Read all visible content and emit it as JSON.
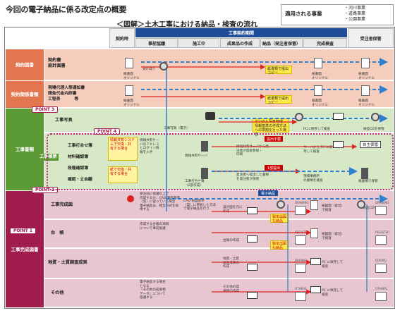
{
  "page": {
    "title": "今回の電子納品に係る改定点の概要",
    "subtitle": "＜図解＞土木工事における納品・検査の流れ",
    "apply_label": "適用される事業",
    "apply_items": [
      "・河川事業",
      "・道路事業",
      "・公園事業"
    ]
  },
  "header": {
    "contract_time": "契約時",
    "period": "工事契約期間",
    "delivery_after": "受注者保管",
    "phases": [
      "事前協議",
      "施工中",
      "成果品の作成",
      "納品（発注者保管）",
      "完成検査"
    ]
  },
  "categories": [
    {
      "label": "契約図書",
      "color": "#e2764e"
    },
    {
      "label": "契約関係書類",
      "color": "#e2764e"
    },
    {
      "label": "工事書類",
      "color": "#5c9a36"
    },
    {
      "label": "工事完成図書",
      "color": "#a01c4c"
    }
  ],
  "rows": {
    "contract": [
      "契約書",
      "設計図書"
    ],
    "contract_rel": [
      "現場代理人等通知書",
      "請負代金内訳書",
      "工程表",
      "等"
    ],
    "photo": "工事写真",
    "board_lines": [
      "工事打合せ簿",
      "材料確認簿",
      "段階確認簿",
      "確認・立会願"
    ],
    "board_group": "工事帳票",
    "completion": "工事完成図",
    "ledger": "台　帳",
    "geo": "地質・土質調査成果",
    "other": "その他"
  },
  "labels": {
    "paper_original": "紙書面\nオリジナル",
    "paper_copy": "紙書類で提出\nコピー",
    "receipt": "受け取り",
    "photo_elec": "工事写真（電子）",
    "digital_photo": "デジタル写真管理\n情報基準の作成方法\nへの準拠を行った場合",
    "pc_check": "PCに保存して検査",
    "disc_keep": "納品CDを保管",
    "info_sys_yes": "情報共有システ\nムで交換・共\n有する場合",
    "paper_exchange": "紙で交換・共\n有する場合",
    "info_server_note": "情報共有サー\nバのアドレス\nとログイン情\n報を入手",
    "info_server": "情報共有サーバ",
    "no_submit": "提出不要",
    "server_note": "情報共有サーバから発\n注者が直接参照・\n印刷",
    "server_check": "サーバから PC に保\n存して検査",
    "self_keep": "自主保管",
    "submit_one": "1部提出",
    "paper_board": "工事打合せ簿\n（2部作成）",
    "submit_order": "発注者へ提出した書類\nを発注者が保管",
    "site_office": "現場事務所\nの書類を検査",
    "paper_keep": "紙書類で保管",
    "consult_note": "受注前に協議の上で\n作成するか、CAD 製図基準\n（案）に従っている場合\n電子納品は、相互方式を採\n用する",
    "cad_note": "CAD 製図基準\n（案）に準拠した方法\nで電子納品を行う",
    "make_ledger": "作成する台帳の項目\nについて事前協議",
    "other_note": "電子納品する場合\nとなる\n『その他の成果物\nデータ』について\n協議する",
    "elec_deliver": "電子納品",
    "cad_conv": "製本出図\nも納品",
    "drawing": "DRAWING",
    "register": "REGISTER",
    "boring": "BORING",
    "others": "OTHERS",
    "paper_submit": "紙図面（提出）\nで検査",
    "point1": "POINT 1",
    "point2": "POINT 2",
    "point3": "POINT 3",
    "point4": "POINT 4",
    "pc_save": "PC に保存して\n検査",
    "form": "作成",
    "ledger_form": "台帳の作成",
    "geo_form": "地質・土質\n調査成果の\n作成",
    "other_form": "その他の成\n果物の作成",
    "drawing_form": "設計図を元に\n作成"
  }
}
